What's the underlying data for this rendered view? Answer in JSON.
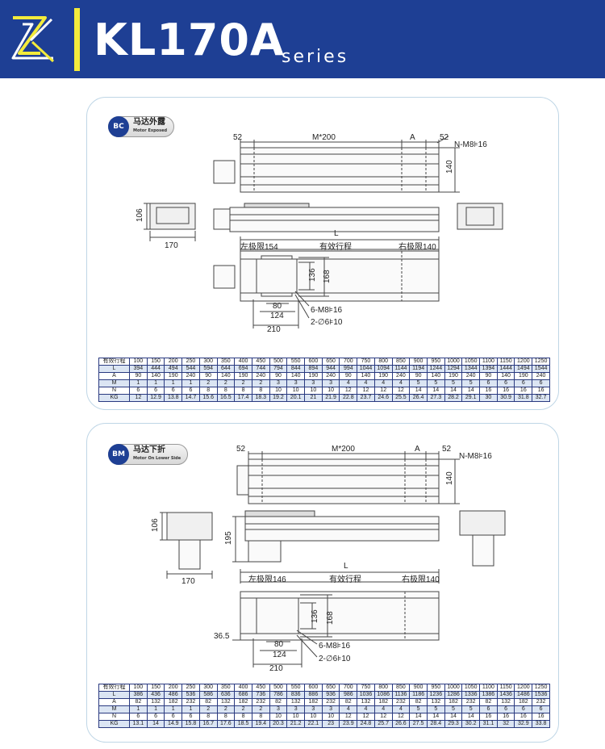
{
  "header": {
    "title": "KL170A",
    "subtitle": "series",
    "colors": {
      "band": "#1e3f94",
      "accent_bar": "#f3eb3b"
    }
  },
  "section_bc": {
    "code": "BC",
    "name_cn": "马达外露",
    "name_en": "Motor Exposed",
    "dims": {
      "d52_left": "52",
      "m200": "M*200",
      "a": "A",
      "d52_right": "52",
      "nm8": "N-M8⊧16",
      "h140": "140",
      "h106": "106",
      "w170": "170",
      "L": "L",
      "left_limit": "左极限154",
      "stroke": "有效行程",
      "right_limit": "右极限140",
      "h136": "136",
      "h168": "168",
      "w80": "80",
      "w124": "124",
      "w210": "210",
      "m8": "6-M8⊧16",
      "pin": "2-∅6⊧10"
    },
    "table": {
      "headers": [
        "有效行程",
        "100",
        "150",
        "200",
        "250",
        "300",
        "350",
        "400",
        "450",
        "500",
        "550",
        "600",
        "650",
        "700",
        "750",
        "800",
        "850",
        "900",
        "950",
        "1000",
        "1050",
        "1100",
        "1150",
        "1200",
        "1250"
      ],
      "rows": [
        [
          "L",
          "394",
          "444",
          "494",
          "544",
          "594",
          "644",
          "694",
          "744",
          "794",
          "844",
          "894",
          "944",
          "994",
          "1044",
          "1094",
          "1144",
          "1194",
          "1244",
          "1294",
          "1344",
          "1394",
          "1444",
          "1494",
          "1544"
        ],
        [
          "A",
          "90",
          "140",
          "190",
          "240",
          "90",
          "140",
          "190",
          "240",
          "90",
          "140",
          "190",
          "240",
          "90",
          "140",
          "190",
          "240",
          "90",
          "140",
          "190",
          "240",
          "90",
          "140",
          "190",
          "240"
        ],
        [
          "M",
          "1",
          "1",
          "1",
          "1",
          "2",
          "2",
          "2",
          "2",
          "3",
          "3",
          "3",
          "3",
          "4",
          "4",
          "4",
          "4",
          "5",
          "5",
          "5",
          "5",
          "6",
          "6",
          "6",
          "6"
        ],
        [
          "N",
          "6",
          "6",
          "6",
          "6",
          "8",
          "8",
          "8",
          "8",
          "10",
          "10",
          "10",
          "10",
          "12",
          "12",
          "12",
          "12",
          "14",
          "14",
          "14",
          "14",
          "16",
          "16",
          "16",
          "16"
        ],
        [
          "KG",
          "12",
          "12.9",
          "13.8",
          "14.7",
          "15.6",
          "16.5",
          "17.4",
          "18.3",
          "19.2",
          "20.1",
          "21",
          "21.9",
          "22.8",
          "23.7",
          "24.6",
          "25.5",
          "26.4",
          "27.3",
          "28.2",
          "29.1",
          "30",
          "30.9",
          "31.8",
          "32.7"
        ]
      ]
    }
  },
  "section_bm": {
    "code": "BM",
    "name_cn": "马达下折",
    "name_en": "Motor On Lower Side",
    "dims": {
      "d52_left": "52",
      "m200": "M*200",
      "a": "A",
      "d52_right": "52",
      "nm8": "N-M8⊧16",
      "h140": "140",
      "h106": "106",
      "h195": "195",
      "w170": "170",
      "L": "L",
      "left_limit": "左极限146",
      "stroke": "有效行程",
      "right_limit": "右极限140",
      "h136": "136",
      "h168": "168",
      "d365": "36.5",
      "w80": "80",
      "w124": "124",
      "w210": "210",
      "m8": "6-M8⊧16",
      "pin": "2-∅6⊧10"
    },
    "table": {
      "headers": [
        "有效行程",
        "100",
        "150",
        "200",
        "250",
        "300",
        "350",
        "400",
        "450",
        "500",
        "550",
        "600",
        "650",
        "700",
        "750",
        "800",
        "850",
        "900",
        "950",
        "1000",
        "1050",
        "1100",
        "1150",
        "1200",
        "1250"
      ],
      "rows": [
        [
          "L",
          "386",
          "436",
          "486",
          "536",
          "586",
          "636",
          "686",
          "736",
          "786",
          "836",
          "886",
          "936",
          "986",
          "1036",
          "1086",
          "1136",
          "1186",
          "1236",
          "1286",
          "1336",
          "1386",
          "1436",
          "1486",
          "1536"
        ],
        [
          "A",
          "82",
          "132",
          "182",
          "232",
          "82",
          "132",
          "182",
          "232",
          "82",
          "132",
          "182",
          "232",
          "82",
          "132",
          "182",
          "232",
          "82",
          "132",
          "182",
          "232",
          "82",
          "132",
          "182",
          "232"
        ],
        [
          "M",
          "1",
          "1",
          "1",
          "1",
          "2",
          "2",
          "2",
          "2",
          "3",
          "3",
          "3",
          "3",
          "4",
          "4",
          "4",
          "4",
          "5",
          "5",
          "5",
          "5",
          "6",
          "6",
          "6",
          "6"
        ],
        [
          "N",
          "6",
          "6",
          "6",
          "6",
          "8",
          "8",
          "8",
          "8",
          "10",
          "10",
          "10",
          "10",
          "12",
          "12",
          "12",
          "12",
          "14",
          "14",
          "14",
          "14",
          "16",
          "16",
          "16",
          "16"
        ],
        [
          "KG",
          "13.1",
          "14",
          "14.9",
          "15.8",
          "16.7",
          "17.6",
          "18.5",
          "19.4",
          "20.3",
          "21.2",
          "22.1",
          "23",
          "23.9",
          "24.8",
          "25.7",
          "26.6",
          "27.5",
          "28.4",
          "29.3",
          "30.2",
          "31.1",
          "32",
          "32.9",
          "33.8"
        ]
      ]
    }
  }
}
